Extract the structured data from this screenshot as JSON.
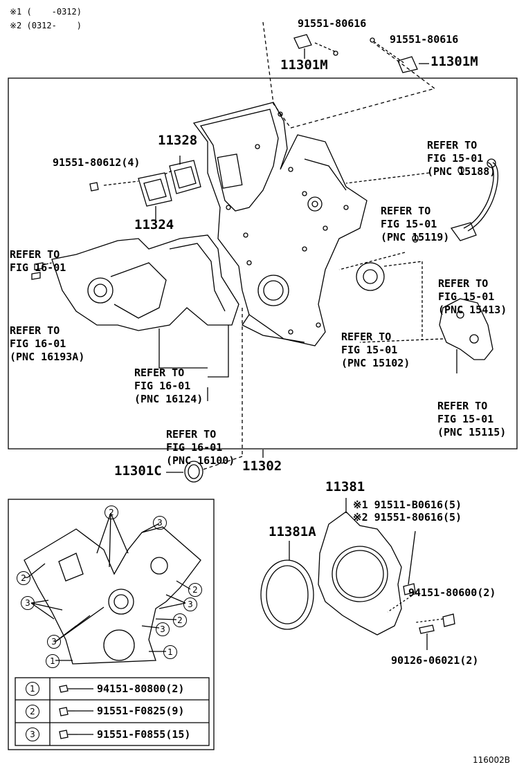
{
  "notes": [
    "※1 (    -0312)",
    "※2 (0312-    )"
  ],
  "parts": {
    "p11301m_a": "11301M",
    "p11301m_b": "11301M",
    "bolt_a": "91551-80616",
    "bolt_b": "91551-80616",
    "p11328": "11328",
    "p91551_80612": "91551-80612(4)",
    "p11324": "11324",
    "p11301c": "11301C",
    "p11302": "11302",
    "p11381": "11381",
    "p11381a": "11381A",
    "p91511_b0616": "※1 91511-B0616(5)",
    "p91551_80616_5": "※2 91551-80616(5)",
    "p94151_80600": "94151-80600(2)",
    "p90126_06021": "90126-06021(2)"
  },
  "refs": {
    "r1": [
      "REFER TO",
      "FIG 16-01"
    ],
    "r2": [
      "REFER TO",
      "FIG 16-01",
      "(PNC 16193A)"
    ],
    "r3": [
      "REFER TO",
      "FIG 16-01",
      "(PNC 16124)"
    ],
    "r4": [
      "REFER TO",
      "FIG 16-01",
      "(PNC 16100)"
    ],
    "r5": [
      "REFER TO",
      "FIG 15-01",
      "(PNC 15188)"
    ],
    "r6": [
      "REFER TO",
      "FIG 15-01",
      "(PNC 15119)"
    ],
    "r7": [
      "REFER TO",
      "FIG 15-01",
      "(PNC 15413)"
    ],
    "r8": [
      "REFER TO",
      "FIG 15-01",
      "(PNC 15102)"
    ],
    "r9": [
      "REFER TO",
      "FIG 15-01",
      "(PNC 15115)"
    ]
  },
  "legend": [
    {
      "num": "1",
      "part": "94151-80800(2)"
    },
    {
      "num": "2",
      "part": "91551-F0825(9)"
    },
    {
      "num": "3",
      "part": "91551-F0855(15)"
    }
  ],
  "callouts": {
    "c1": "1",
    "c2": "2",
    "c3": "3"
  },
  "figure_id": "116002B"
}
